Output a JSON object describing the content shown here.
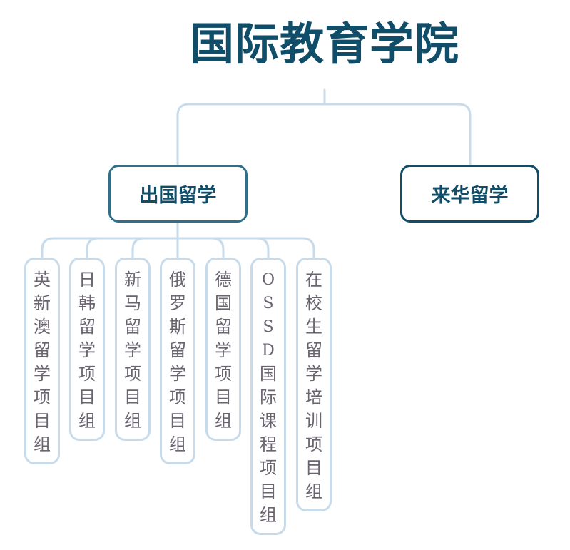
{
  "title": "国际教育学院",
  "colors": {
    "title": "#0f4d69",
    "branch_border": "#2f6f88",
    "leaf_border": "#c8dbea",
    "connector": "#c8dbea",
    "leaf_text": "#6a6470"
  },
  "branches": {
    "outbound": "出国留学",
    "inbound": "来华留学"
  },
  "groups": [
    {
      "label": "英新澳留学项目组",
      "glyphs": [
        "英",
        "新",
        "澳",
        "留",
        "学",
        "项",
        "目",
        "组"
      ]
    },
    {
      "label": "日韩留学项目组",
      "glyphs": [
        "日",
        "韩",
        "留",
        "学",
        "项",
        "目",
        "组"
      ]
    },
    {
      "label": "新马留学项目组",
      "glyphs": [
        "新",
        "马",
        "留",
        "学",
        "项",
        "目",
        "组"
      ]
    },
    {
      "label": "俄罗斯留学项目组",
      "glyphs": [
        "俄",
        "罗",
        "斯",
        "留",
        "学",
        "项",
        "目",
        "组"
      ]
    },
    {
      "label": "德国留学项目组",
      "glyphs": [
        "德",
        "国",
        "留",
        "学",
        "项",
        "目",
        "组"
      ]
    },
    {
      "label": "OSSD国际课程项目组",
      "glyphs": [
        "O",
        "S",
        "S",
        "D",
        "国",
        "际",
        "课",
        "程",
        "项",
        "目",
        "组"
      ]
    },
    {
      "label": "在校生留学培训项目组",
      "glyphs": [
        "在",
        "校",
        "生",
        "留",
        "学",
        "培",
        "训",
        "项",
        "目",
        "组"
      ]
    }
  ]
}
